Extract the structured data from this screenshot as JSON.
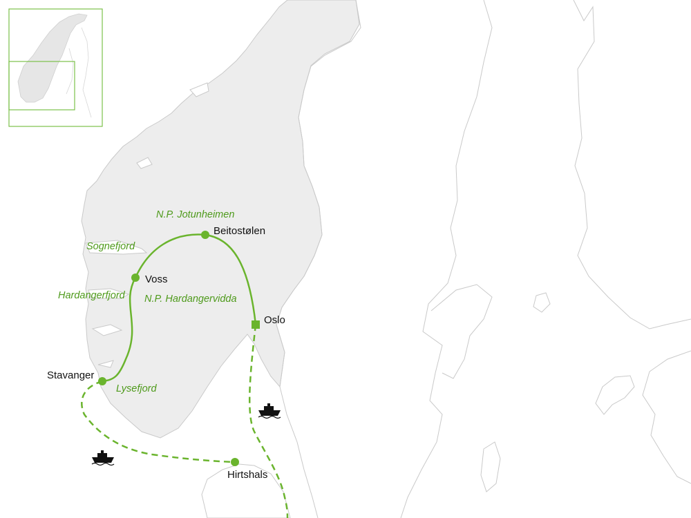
{
  "colors": {
    "route": "#6ab42d",
    "land": "#ededed",
    "coast": "#c6c6c6",
    "italic_label": "#4e9a1b",
    "city_label": "#111111"
  },
  "cities": [
    {
      "name": "Beitostølen",
      "marker": "circle"
    },
    {
      "name": "Voss",
      "marker": "circle"
    },
    {
      "name": "Oslo",
      "marker": "square"
    },
    {
      "name": "Stavanger",
      "marker": "circle"
    },
    {
      "name": "Hirtshals",
      "marker": "circle"
    }
  ],
  "places": [
    {
      "name": "N.P. Jotunheimen"
    },
    {
      "name": "Sognefjord"
    },
    {
      "name": "Hardangerfjord"
    },
    {
      "name": "N.P. Hardangervidda"
    },
    {
      "name": "Lysefjord"
    }
  ],
  "ferry_icons": [
    "ship-icon",
    "ship-icon"
  ],
  "inset": {
    "icon": "overview-map",
    "highlight": "southern-norway"
  }
}
